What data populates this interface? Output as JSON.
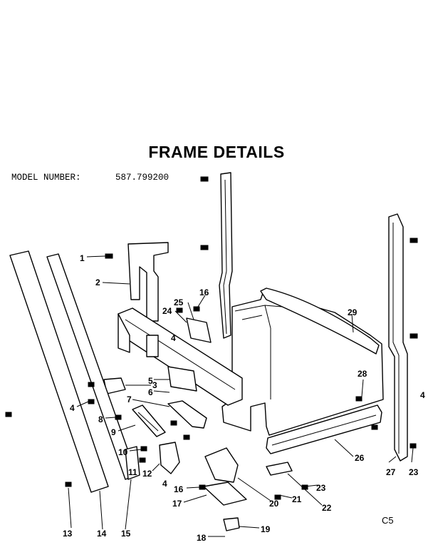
{
  "title": "FRAME DETAILS",
  "model": {
    "label": "MODEL NUMBER:",
    "value": "587.799200"
  },
  "code": "C5",
  "callouts": [
    {
      "id": "c1",
      "text": "1"
    },
    {
      "id": "c2",
      "text": "2"
    },
    {
      "id": "c3",
      "text": "3"
    },
    {
      "id": "c4a",
      "text": "4"
    },
    {
      "id": "c4b",
      "text": "4"
    },
    {
      "id": "c4c",
      "text": "4"
    },
    {
      "id": "c4d",
      "text": "4"
    },
    {
      "id": "c5",
      "text": "5"
    },
    {
      "id": "c6",
      "text": "6"
    },
    {
      "id": "c7",
      "text": "7"
    },
    {
      "id": "c8",
      "text": "8"
    },
    {
      "id": "c9",
      "text": "9"
    },
    {
      "id": "c10",
      "text": "10"
    },
    {
      "id": "c11",
      "text": "11"
    },
    {
      "id": "c12",
      "text": "12"
    },
    {
      "id": "c13",
      "text": "13"
    },
    {
      "id": "c14",
      "text": "14"
    },
    {
      "id": "c15",
      "text": "15"
    },
    {
      "id": "c16a",
      "text": "16"
    },
    {
      "id": "c16b",
      "text": "16"
    },
    {
      "id": "c17",
      "text": "17"
    },
    {
      "id": "c18",
      "text": "18"
    },
    {
      "id": "c19",
      "text": "19"
    },
    {
      "id": "c20",
      "text": "20"
    },
    {
      "id": "c21",
      "text": "21"
    },
    {
      "id": "c22",
      "text": "22"
    },
    {
      "id": "c23a",
      "text": "23"
    },
    {
      "id": "c23b",
      "text": "23"
    },
    {
      "id": "c24",
      "text": "24"
    },
    {
      "id": "c25",
      "text": "25"
    },
    {
      "id": "c26",
      "text": "26"
    },
    {
      "id": "c27",
      "text": "27"
    },
    {
      "id": "c28",
      "text": "28"
    },
    {
      "id": "c29",
      "text": "29"
    }
  ]
}
